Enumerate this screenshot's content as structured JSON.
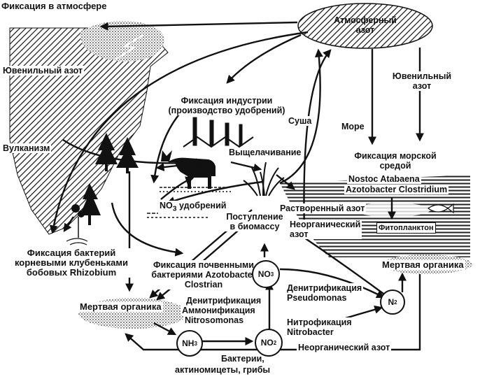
{
  "labels": {
    "fixation_atmosphere": "Фиксация в атмосфере",
    "atmospheric_nitrogen_1": "Атмосферный",
    "atmospheric_nitrogen_2": "азот",
    "juvenile_left": "Ювенильный азот",
    "juvenile_right_1": "Ювенильный",
    "juvenile_right_2": "азот",
    "industry_1": "Фиксация индустрии",
    "industry_2": "(производство удобрений)",
    "land": "Суша",
    "sea": "Море",
    "volcanism": "Вулканизм",
    "leaching": "Выщелачивание",
    "marine_fixation_1": "Фиксация морской",
    "marine_fixation_2": "средой",
    "nostoc": "Nostoc Atabaena",
    "azotobacter_clostridium": "Azotobacter Clostridium",
    "fertilizer_prefix": "NO",
    "fertilizer_sub": "3",
    "fertilizer_suffix": " удобрений",
    "dissolved_nitrogen": "Растворенный азот",
    "biomass_1": "Поступление",
    "biomass_2": "в биомассу",
    "inorganic_1": "Неорганический",
    "inorganic_2": "азот",
    "phytoplankton": "Фитопланктон",
    "bacteria_fix_1": "Фиксация бактерий",
    "bacteria_fix_2": "корневыми клубеньками",
    "bacteria_fix_3": "бобовых Rhizobium",
    "soil_fix_1": "Фиксация почвенными",
    "soil_fix_2": "бактериями Azotobacter",
    "soil_fix_3": "Clostrian",
    "dead_organic_right": "Мертвая органика",
    "dead_organic_left": "Мертвая органика",
    "denit_pseudo_1": "Денитрификация",
    "denit_pseudo_2": "Pseudomonas",
    "denit_left": "Денитрификация",
    "ammonification": "Аммонификация",
    "nitrosomonas": "Nitrosomonas",
    "nitrofication": "Нитрофикация",
    "nitrobacter": "Nitrobacter",
    "bacteria_1": "Бактерии,",
    "bacteria_2": "актиномицеты, грибы",
    "inorganic_bottom": "Неорганический азот"
  },
  "nodes": {
    "no3_top": {
      "main": "NO",
      "sub": "3"
    },
    "no2": {
      "main": "NO",
      "sub": "2"
    },
    "nh3": {
      "main": "NH",
      "sub": "3"
    },
    "n2": {
      "main": "N",
      "sub": "2"
    }
  }
}
